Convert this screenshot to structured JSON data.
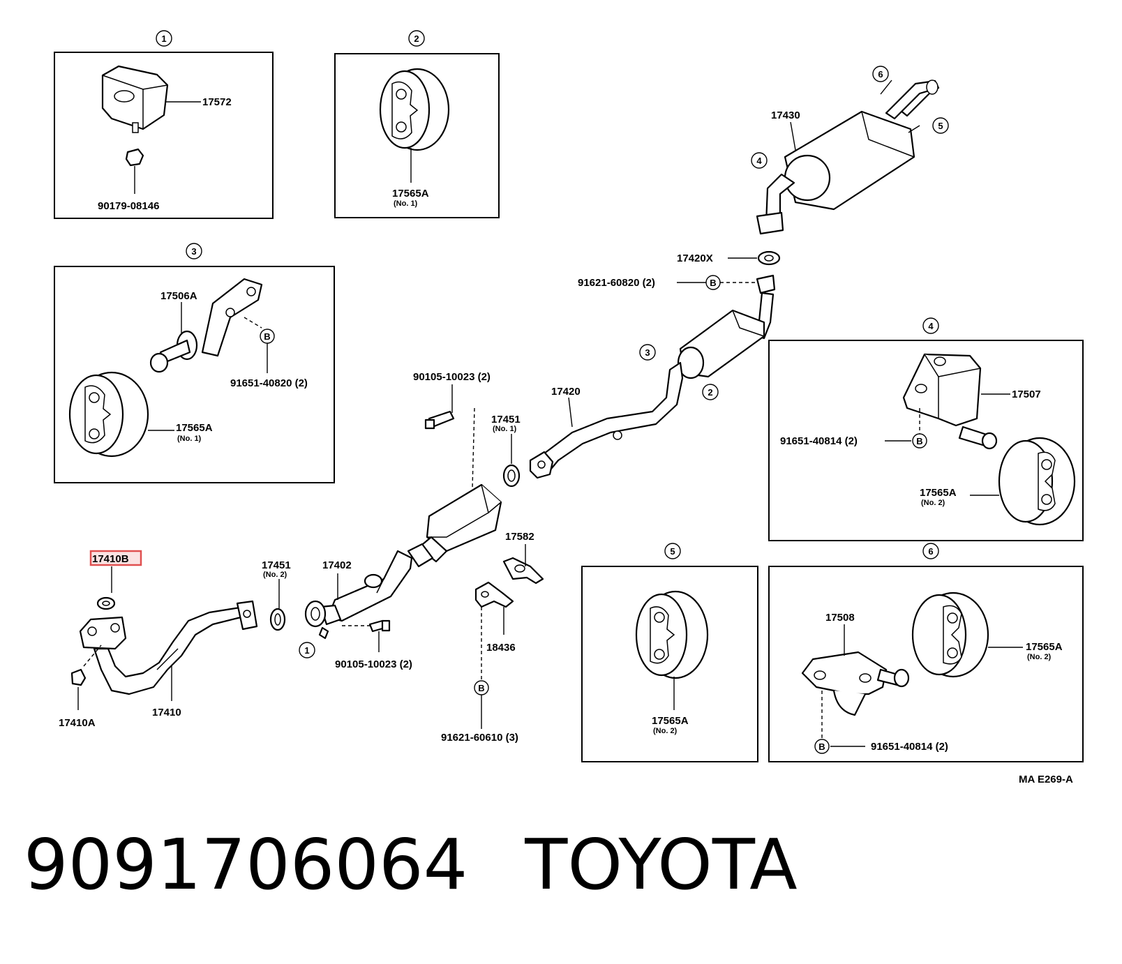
{
  "callout_numbers": [
    "1",
    "2",
    "3",
    "4",
    "5",
    "6"
  ],
  "callout_b": "B",
  "highlight": {
    "label": "17410B",
    "color": "#e05050"
  },
  "detail_1": {
    "number": "1",
    "part_a": "17572",
    "part_b": "90179-08146"
  },
  "detail_2": {
    "number": "2",
    "part": "17565A",
    "note": "(No. 1)"
  },
  "detail_3": {
    "number": "3",
    "bracket": "17506A",
    "bolt": "91651-40820 (2)",
    "hanger": "17565A",
    "note": "(No. 1)"
  },
  "detail_4": {
    "number": "4",
    "bracket": "17507",
    "bolt": "91651-40814 (2)",
    "hanger": "17565A",
    "note": "(No. 2)"
  },
  "detail_5": {
    "number": "5",
    "hanger": "17565A",
    "note": "(No. 2)"
  },
  "detail_6": {
    "number": "6",
    "bracket": "17508",
    "hanger": "17565A",
    "note": "(No. 2)",
    "bolt": "91651-40814 (2)"
  },
  "main": {
    "muffler": "17430",
    "gasket_rear": "17420X",
    "bolt_rear": "91621-60820 (2)",
    "center_pipe": "17420",
    "gasket_mid": "17451",
    "gasket_mid_note": "(No. 1)",
    "bolt_conv": "90105-10023 (2)",
    "heat_shield": "17582",
    "bracket_front": "18436",
    "bolt_bracket": "91621-60610 (3)",
    "front_pipe_asm": "17402",
    "bolt_front": "90105-10023 (2)",
    "gasket_front": "17451",
    "gasket_front_note": "(No. 2)",
    "gasket_manifold": "17410B",
    "front_pipe": "17410",
    "nut": "17410A",
    "code": "MA E269-A"
  },
  "footer": {
    "part_number": "9091706064",
    "brand": "TOYOTA"
  }
}
